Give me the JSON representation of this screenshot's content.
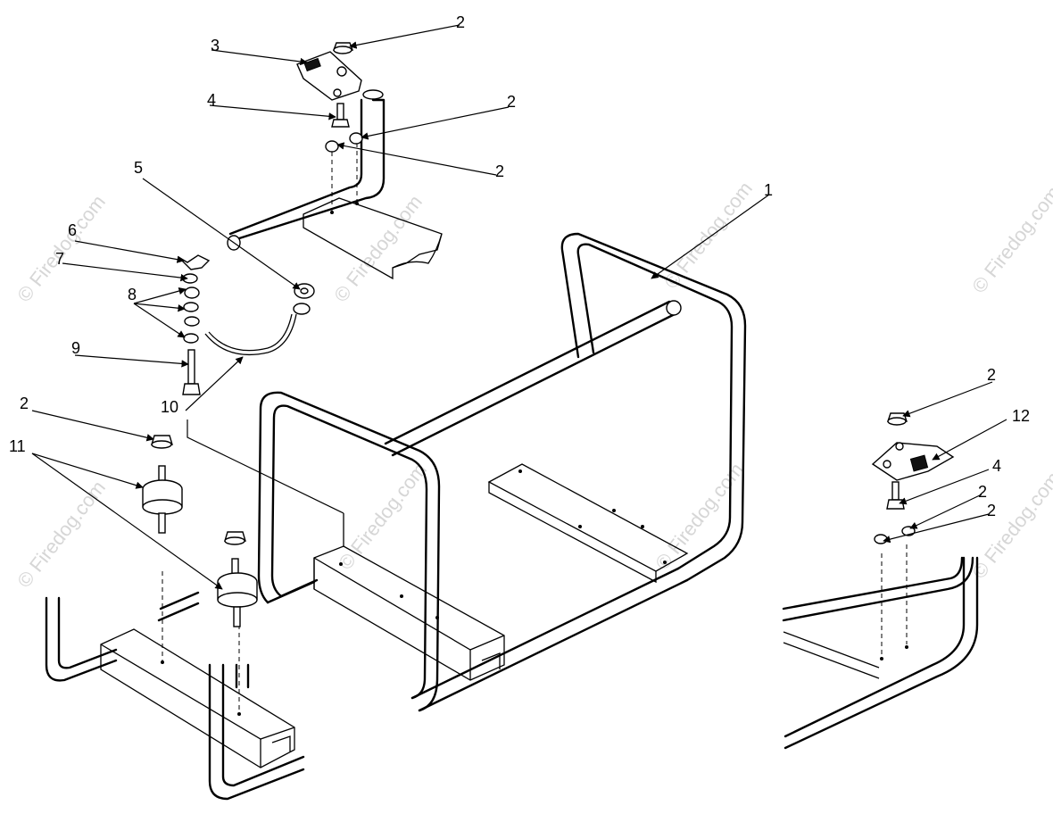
{
  "watermark": "© Firedog.com",
  "callouts": {
    "n1": "1",
    "n2a": "2",
    "n2b": "2",
    "n2c": "2",
    "n2d": "2",
    "n2e": "2",
    "n2f": "2",
    "n2g": "2",
    "n3": "3",
    "n4a": "4",
    "n4b": "4",
    "n5": "5",
    "n6": "6",
    "n7": "7",
    "n8": "8",
    "n9": "9",
    "n10": "10",
    "n11": "11",
    "n12": "12"
  }
}
